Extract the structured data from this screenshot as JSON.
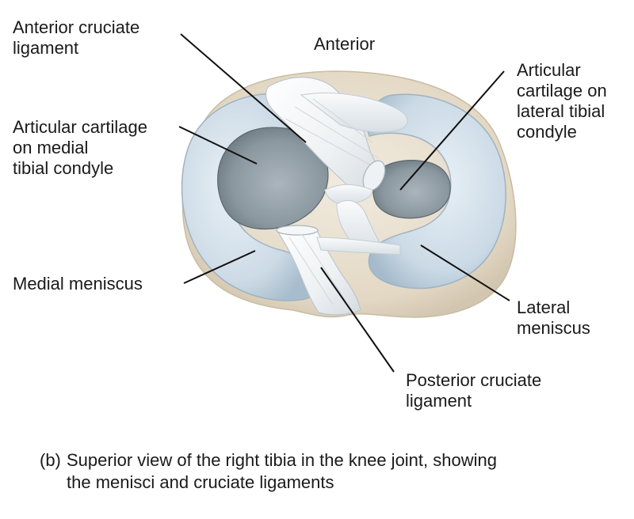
{
  "figure": {
    "orientation_label": "Anterior",
    "labels": {
      "acl": [
        "Anterior cruciate",
        "ligament"
      ],
      "medial_cartilage": [
        "Articular cartilage",
        "on medial",
        "tibial condyle"
      ],
      "lateral_cartilage": [
        "Articular",
        "cartilage on",
        "lateral tibial",
        "condyle"
      ],
      "medial_meniscus": [
        "Medial meniscus"
      ],
      "lateral_meniscus": [
        "Lateral",
        "meniscus"
      ],
      "pcl": [
        "Posterior cruciate",
        "ligament"
      ]
    },
    "caption": {
      "prefix": "(b)",
      "line1": "Superior view of the right tibia in the knee joint, showing",
      "line2": "the menisci and cruciate ligaments"
    },
    "colors": {
      "bone": "#e5dccb",
      "meniscus": "#cfdde8",
      "cartilage": "#8e9aa3",
      "ligament": "#f1f3f5",
      "leader_line": "#111111"
    }
  }
}
